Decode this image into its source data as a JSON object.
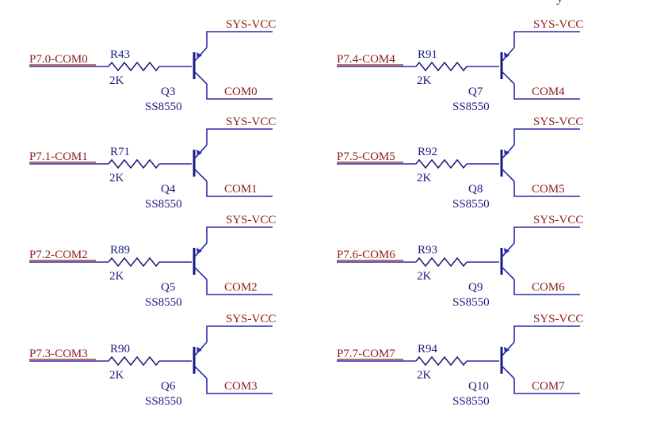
{
  "diagram": {
    "title_glyph": "y",
    "circuits": [
      {
        "net": "P7.0-COM0",
        "resistor": "R43",
        "res_value": "2K",
        "transistor": "Q3",
        "part": "SS8550",
        "vcc": "SYS-VCC",
        "out": "COM0"
      },
      {
        "net": "P7.1-COM1",
        "resistor": "R71",
        "res_value": "2K",
        "transistor": "Q4",
        "part": "SS8550",
        "vcc": "SYS-VCC",
        "out": "COM1"
      },
      {
        "net": "P7.2-COM2",
        "resistor": "R89",
        "res_value": "2K",
        "transistor": "Q5",
        "part": "SS8550",
        "vcc": "SYS-VCC",
        "out": "COM2"
      },
      {
        "net": "P7.3-COM3",
        "resistor": "R90",
        "res_value": "2K",
        "transistor": "Q6",
        "part": "SS8550",
        "vcc": "SYS-VCC",
        "out": "COM3"
      },
      {
        "net": "P7.4-COM4",
        "resistor": "R91",
        "res_value": "2K",
        "transistor": "Q7",
        "part": "SS8550",
        "vcc": "SYS-VCC",
        "out": "COM4"
      },
      {
        "net": "P7.5-COM5",
        "resistor": "R92",
        "res_value": "2K",
        "transistor": "Q8",
        "part": "SS8550",
        "vcc": "SYS-VCC",
        "out": "COM5"
      },
      {
        "net": "P7.6-COM6",
        "resistor": "R93",
        "res_value": "2K",
        "transistor": "Q9",
        "part": "SS8550",
        "vcc": "SYS-VCC",
        "out": "COM6"
      },
      {
        "net": "P7.7-COM7",
        "resistor": "R94",
        "res_value": "2K",
        "transistor": "Q10",
        "part": "SS8550",
        "vcc": "SYS-VCC",
        "out": "COM7"
      }
    ]
  },
  "colors": {
    "wire": "#2a2aa8",
    "net_label": "#8b1a1a",
    "designator": "#1a1a80"
  }
}
